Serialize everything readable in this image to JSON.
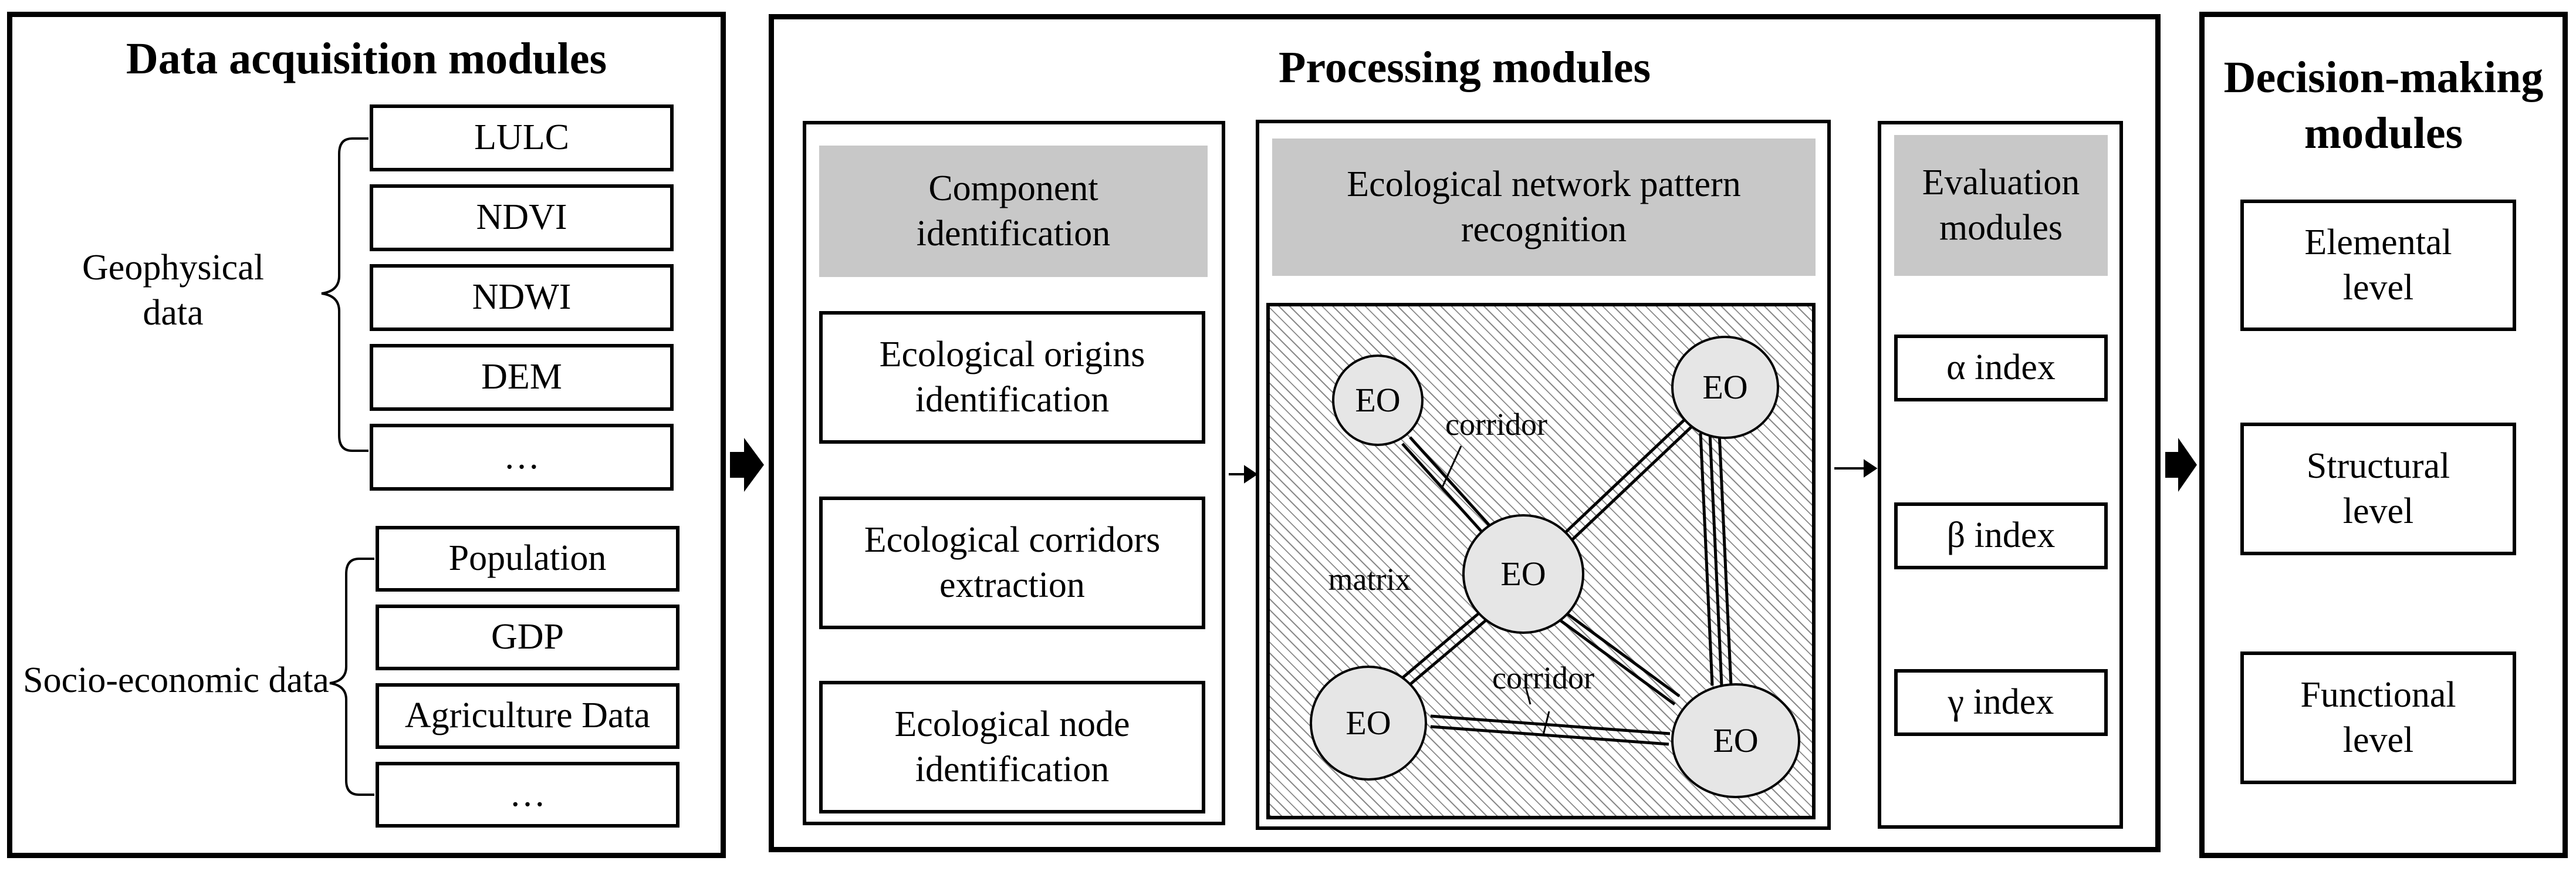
{
  "acquisition": {
    "title": "Data acquisition modules",
    "geophysical_label": "Geophysical data",
    "geophysical_items": [
      "LULC",
      "NDVI",
      "NDWI",
      "DEM",
      "…"
    ],
    "socio_label": "Socio-economic data",
    "socio_items": [
      "Population",
      "GDP",
      "Agriculture Data",
      "…"
    ]
  },
  "processing": {
    "title": "Processing modules",
    "component": {
      "header": "Component identification",
      "items": [
        "Ecological origins identification",
        "Ecological corridors extraction",
        "Ecological node identification"
      ]
    },
    "pattern": {
      "header": "Ecological network pattern recognition",
      "node_label": "EO",
      "corridor_label": "corridor",
      "matrix_label": "matrix"
    },
    "evaluation": {
      "header": "Evaluation modules",
      "items": [
        "α index",
        "β index",
        "γ index"
      ]
    }
  },
  "decision": {
    "title": "Decision-making modules",
    "items": [
      "Elemental level",
      "Structural level",
      "Functional level"
    ]
  }
}
